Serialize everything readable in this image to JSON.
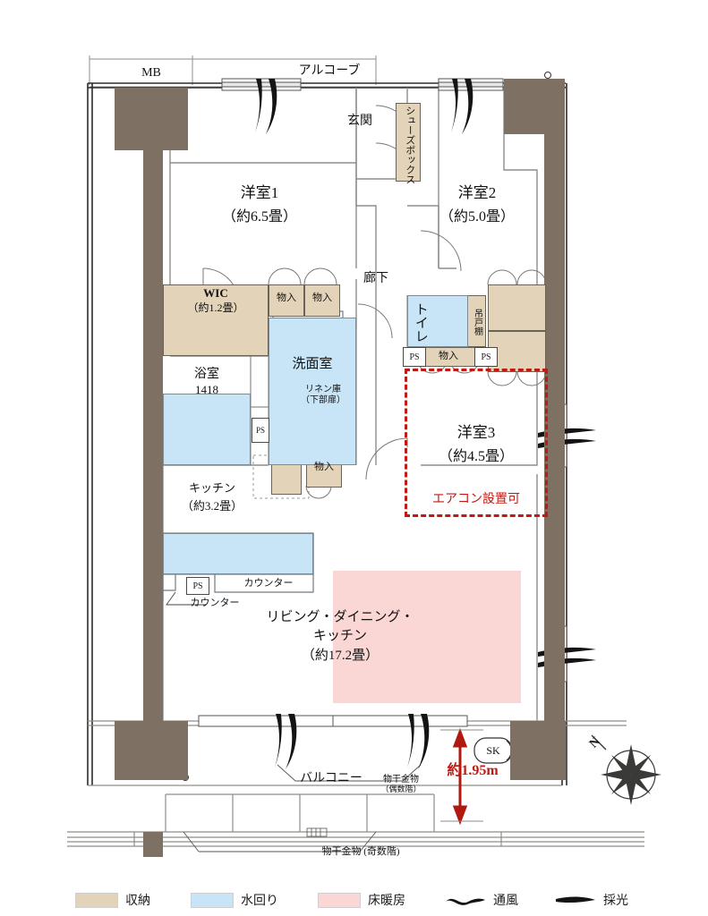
{
  "plan": {
    "title_rooms": {
      "mb": "MB",
      "alcove": "アルコーブ",
      "genkan": "玄関",
      "shoebox": "シューズボックス",
      "room1_name": "洋室1",
      "room1_size": "（約6.5畳）",
      "room2_name": "洋室2",
      "room2_size": "（約5.0畳）",
      "room3_name": "洋室3",
      "room3_size": "（約4.5畳）",
      "corridor": "廊下",
      "wic_name": "WIC",
      "wic_size": "（約1.2畳）",
      "closet": "物入",
      "bath_name": "浴室",
      "bath_size": "1418",
      "washroom": "洗面室",
      "linen": "リネン庫",
      "linen_sub": "（下部扉）",
      "toilet": "トイレ",
      "hanging_cabinet": "吊戸棚",
      "ps": "PS",
      "kitchen_name": "キッチン",
      "kitchen_size": "（約3.2畳）",
      "counter": "カウンター",
      "ldk_name": "リビング・ダイニング・",
      "ldk_name2": "キッチン",
      "ldk_size": "（約17.2畳）",
      "aircon_note": "エアコン設置可",
      "balcony": "バルコニー",
      "sk": "SK",
      "dryer_even": "物干金物",
      "dryer_even_sub": "（偶数階）",
      "dryer_odd": "物干金物 (奇数階)",
      "dimension": "約1.95m",
      "compass_n": "N"
    }
  },
  "legend": {
    "items": [
      {
        "label": "収納",
        "color": "#e3d3b8",
        "kind": "swatch"
      },
      {
        "label": "水回り",
        "color": "#c7e5f6",
        "kind": "swatch"
      },
      {
        "label": "床暖房",
        "color": "#fad7d4",
        "kind": "swatch"
      },
      {
        "label": "通風",
        "color": "#111111",
        "kind": "wave"
      },
      {
        "label": "採光",
        "color": "#111111",
        "kind": "arrow"
      }
    ]
  },
  "colors": {
    "wall": "#7f7064",
    "storage": "#e3d3b8",
    "water": "#c7e5f6",
    "floor_heating": "#fad7d4",
    "accent_red": "#c01a12"
  }
}
